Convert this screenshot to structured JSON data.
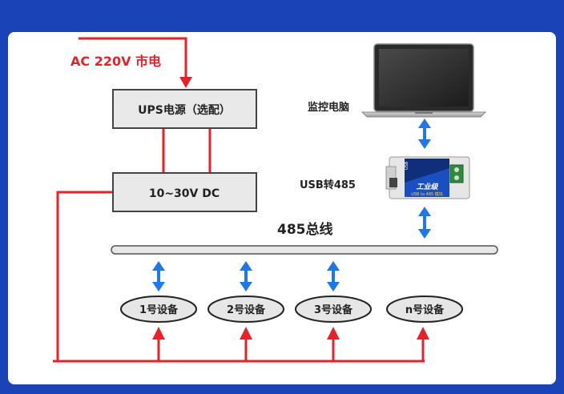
{
  "power_input": {
    "label": "AC 220V 市电"
  },
  "ups": {
    "label": "UPS电源（选配）"
  },
  "dc_supply": {
    "label": "10~30V DC"
  },
  "monitor_pc": {
    "label": "监控电脑"
  },
  "converter": {
    "label": "USB转485",
    "badge_text": "工业级",
    "model_text": "USB to 485 模块",
    "port_text": "USB"
  },
  "bus": {
    "label": "485总线"
  },
  "devices": [
    {
      "label": "1号设备"
    },
    {
      "label": "2号设备"
    },
    {
      "label": "3号设备"
    },
    {
      "label": "n号设备"
    }
  ],
  "colors": {
    "power_line": "#e8202a",
    "data_arrow": "#1f78e8",
    "box_fill": "#e9e9e9",
    "background": "#1a43b8"
  }
}
